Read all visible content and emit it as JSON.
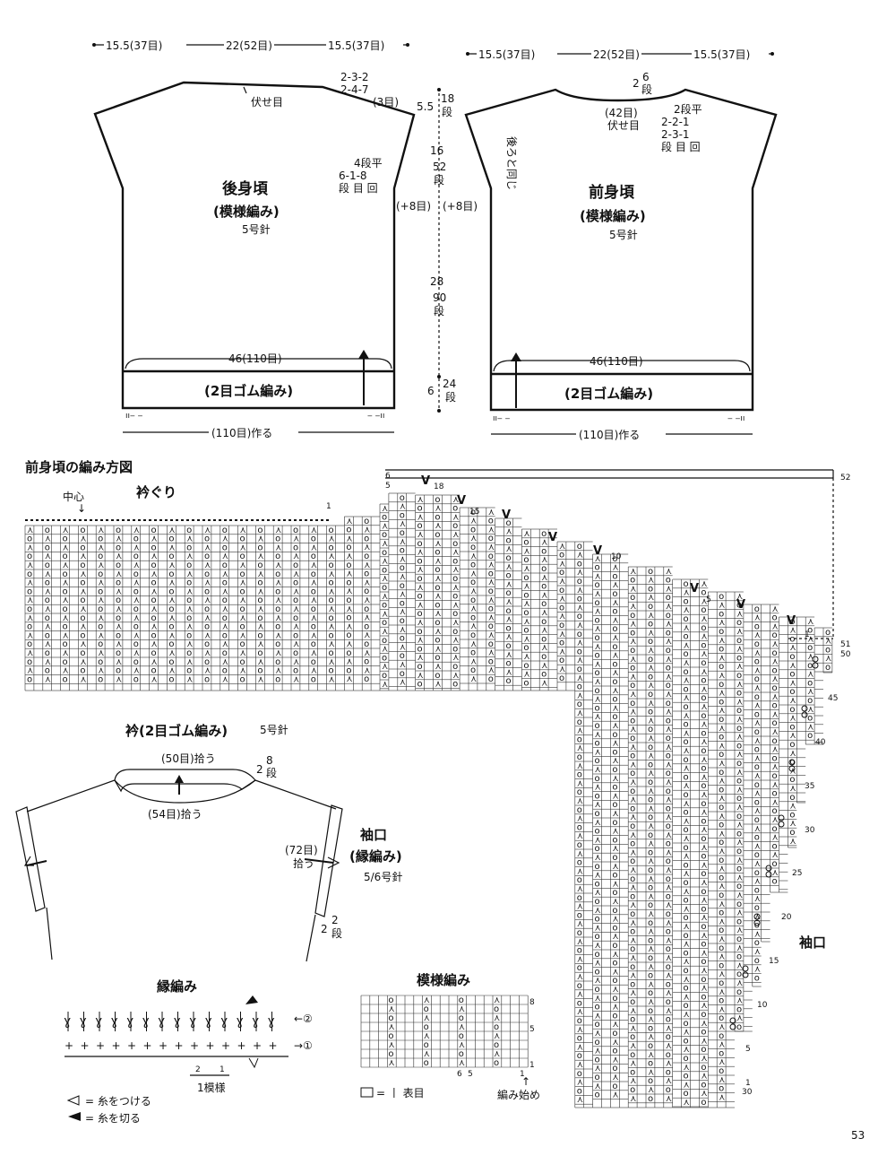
{
  "back_piece": {
    "title": "後身頃",
    "subtitle": "(模様編み)",
    "needle": "5号針",
    "top_dims": [
      "15.5(37目)",
      "22(52目)",
      "15.5(37目)"
    ],
    "bind_off": "伏せ目",
    "shoulder_rows": [
      "2-3-2",
      "2-4-7",
      "(3目)"
    ],
    "armhole_rows": [
      "4段平",
      "6-1-8",
      "段 目 回"
    ],
    "width": "46(110目)",
    "ribbing": "(2目ゴム編み)",
    "cast_on": "(110目)作る"
  },
  "front_piece": {
    "title": "前身頃",
    "subtitle": "(模様編み)",
    "needle": "5号針",
    "top_dims": [
      "15.5(37目)",
      "22(52目)",
      "15.5(37目)"
    ],
    "neck_rows": [
      "2",
      "6",
      "段"
    ],
    "neck_bind_off": [
      "(42目)",
      "伏せ目"
    ],
    "neck_shaping": [
      "2段平",
      "2-2-1",
      "2-3-1",
      "段 目 回"
    ],
    "same_as_back": "後ろと同じ",
    "width": "46(110目)",
    "ribbing": "(2目ゴム編み)",
    "cast_on": "(110目)作る"
  },
  "vertical_dims": {
    "shoulder": [
      "5.5",
      "18",
      "段"
    ],
    "armhole": [
      "16",
      "52",
      "段"
    ],
    "plus_left": "(+8目)",
    "plus_right": "(+8目)",
    "body": [
      "28",
      "90",
      "段"
    ],
    "rib": [
      "6",
      "24",
      "段"
    ]
  },
  "chart_section": {
    "title": "前身頃の編み方図",
    "neckline_label": "衿ぐり",
    "center_label": "中心",
    "cuff_label": "袖口",
    "row_numbers_right": [
      "52",
      "51",
      "50",
      "45",
      "40",
      "35",
      "30",
      "25",
      "20",
      "15",
      "10",
      "5",
      "1"
    ],
    "neck_row_labels": [
      "6",
      "5",
      "18",
      "15",
      "10",
      "5",
      "1",
      "1"
    ],
    "bottom_label": "30"
  },
  "collar": {
    "title": "衿(2目ゴム編み)",
    "needle": "5号針",
    "top_pick": "(50目)拾う",
    "bottom_pick": "(54目)拾う",
    "rows": [
      "2",
      "8",
      "段"
    ]
  },
  "sleeve_cuff": {
    "title": "袖口",
    "subtitle": "(縁編み)",
    "needle": "5/6号針",
    "pick": [
      "(72目)",
      "拾う"
    ],
    "rows": [
      "2",
      "2",
      "段"
    ]
  },
  "edge_pattern": {
    "title": "縁編み",
    "row_labels": [
      "←②",
      "→①"
    ],
    "repeat_nums": [
      "2",
      "1"
    ],
    "repeat_label": "1模様",
    "legend": [
      "= 糸をつける",
      "= 糸を切る"
    ]
  },
  "pattern_stitch": {
    "title": "模様編み",
    "col_labels": [
      "6",
      "5",
      "1"
    ],
    "row_labels": [
      "8",
      "5",
      "1"
    ],
    "legend": "= 丨 表目",
    "start_label": "編み始め"
  },
  "page_number": "53"
}
